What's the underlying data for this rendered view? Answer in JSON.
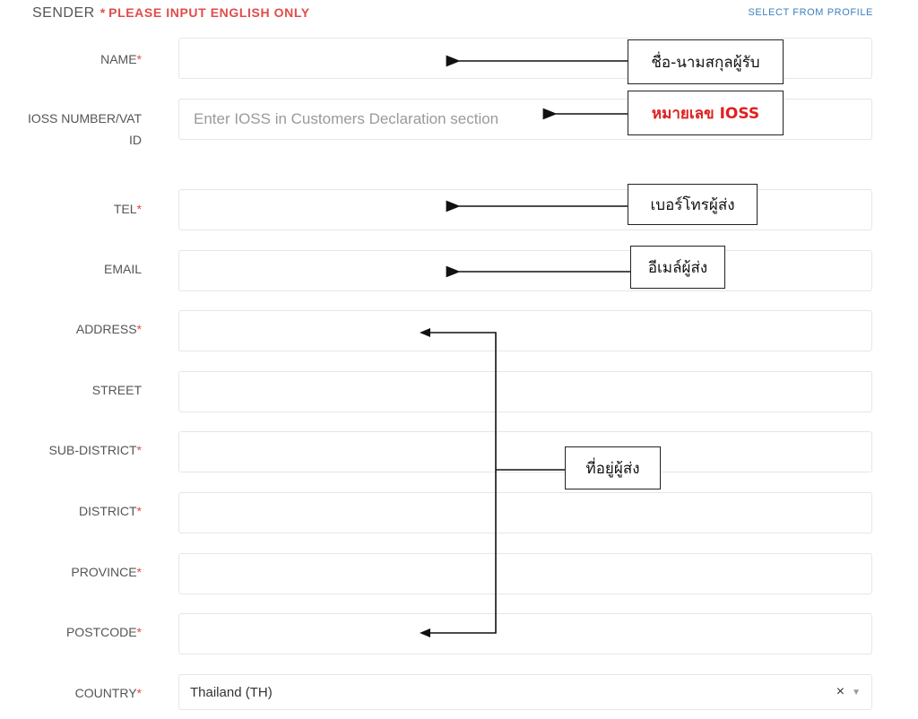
{
  "header": {
    "title": "SENDER",
    "required_star": "*",
    "note": "PLEASE INPUT ENGLISH ONLY",
    "select_from_profile": "SELECT FROM PROFILE"
  },
  "fields": {
    "name": {
      "label": "NAME",
      "required": "*",
      "value": "",
      "placeholder": ""
    },
    "ioss": {
      "label": "IOSS NUMBER/VAT ID",
      "placeholder": "Enter IOSS in Customers Declaration section",
      "value": ""
    },
    "tel": {
      "label": "TEL",
      "required": "*",
      "value": ""
    },
    "email": {
      "label": "EMAIL",
      "value": ""
    },
    "address": {
      "label": "ADDRESS",
      "required": "*",
      "value": ""
    },
    "street": {
      "label": "STREET",
      "value": ""
    },
    "sub_district": {
      "label": "SUB-DISTRICT",
      "required": "*",
      "value": ""
    },
    "district": {
      "label": "DISTRICT",
      "required": "*",
      "value": ""
    },
    "province": {
      "label": "PROVINCE",
      "required": "*",
      "value": ""
    },
    "postcode": {
      "label": "POSTCODE",
      "required": "*",
      "value": ""
    },
    "country": {
      "label": "COUNTRY",
      "required": "*",
      "value": "Thailand (TH)",
      "clear_icon": "×",
      "dropdown_icon": "▼"
    }
  },
  "annotations": {
    "name": "ชื่อ-นามสกุลผู้รับ",
    "ioss": "หมายเลข IOSS",
    "tel": "เบอร์โทรผู้ส่ง",
    "email": "อีเมล์ผู้ส่ง",
    "address": "ที่อยู่ผู้ส่ง"
  },
  "colors": {
    "required": "#e24b4b",
    "link": "#3d7fbf",
    "annotation_red": "#e02020"
  }
}
